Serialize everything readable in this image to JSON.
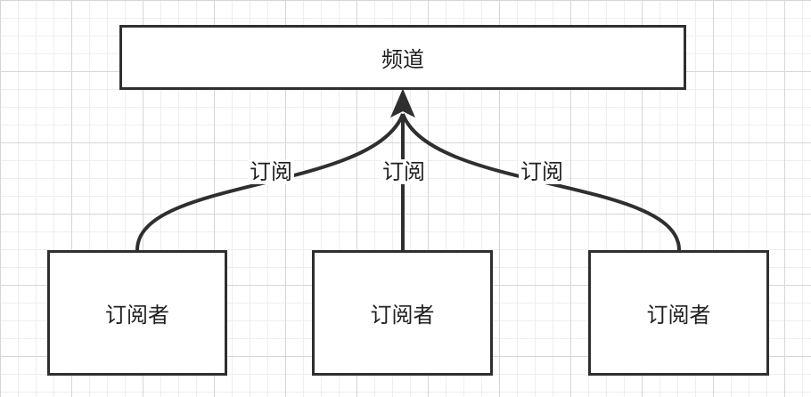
{
  "channel": {
    "label": "频道"
  },
  "subscribers": [
    {
      "label": "订阅者"
    },
    {
      "label": "订阅者"
    },
    {
      "label": "订阅者"
    }
  ],
  "edges": [
    {
      "label": "订阅"
    },
    {
      "label": "订阅"
    },
    {
      "label": "订阅"
    }
  ],
  "colors": {
    "stroke": "#2f2f2f",
    "grid_major": "#d6d6d6",
    "grid_minor": "#eeeeee",
    "node_fill": "#ffffff"
  }
}
